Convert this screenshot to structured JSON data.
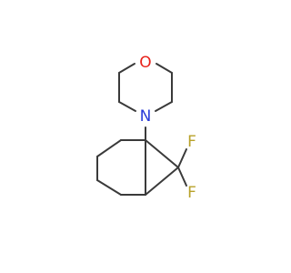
{
  "molecule": {
    "atoms": [
      {
        "symbol": "O",
        "color": "#e8221a"
      },
      {
        "symbol": "N",
        "color": "#2a3cd8"
      },
      {
        "symbol": "F",
        "color": "#b8a22a"
      },
      {
        "symbol": "F",
        "color": "#b8a22a"
      }
    ],
    "bond_color": "#3a3a3a"
  }
}
